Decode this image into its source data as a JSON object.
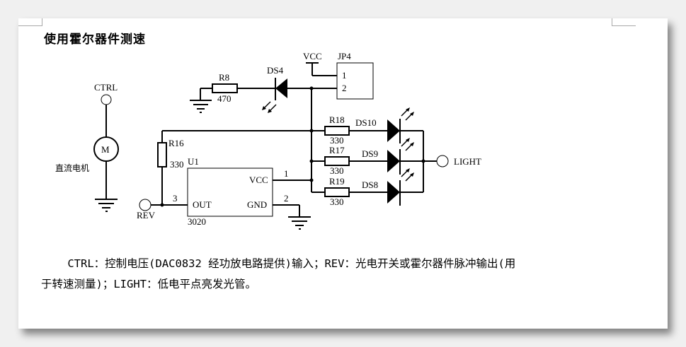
{
  "title": "使用霍尔器件测速",
  "schematic": {
    "ctrl_label": "CTRL",
    "motor_symbol": "M",
    "motor_label": "直流电机",
    "r8": {
      "ref": "R8",
      "value": "470"
    },
    "ds4": "DS4",
    "vcc_top": "VCC",
    "jp4": {
      "ref": "JP4",
      "pin1": "1",
      "pin2": "2"
    },
    "r16": {
      "ref": "R16",
      "value": "330"
    },
    "u1": {
      "ref": "U1",
      "part": "3020",
      "pin_vcc": "VCC",
      "pin_gnd": "GND",
      "pin_out": "OUT",
      "num_vcc": "1",
      "num_gnd": "2",
      "num_out": "3"
    },
    "rev_label": "REV",
    "leds": [
      {
        "res": "R18",
        "res_value": "330",
        "led": "DS10"
      },
      {
        "res": "R17",
        "res_value": "330",
        "led": "DS9"
      },
      {
        "res": "R19",
        "res_value": "330",
        "led": "DS8"
      }
    ],
    "light_label": "LIGHT"
  },
  "description": {
    "line1": "    CTRL：控制电压(DAC0832 经功放电路提供)输入；REV：光电开关或霍尔器件脉冲输出(用",
    "line2": "于转速测量)；LIGHT：低电平点亮发光管。"
  }
}
